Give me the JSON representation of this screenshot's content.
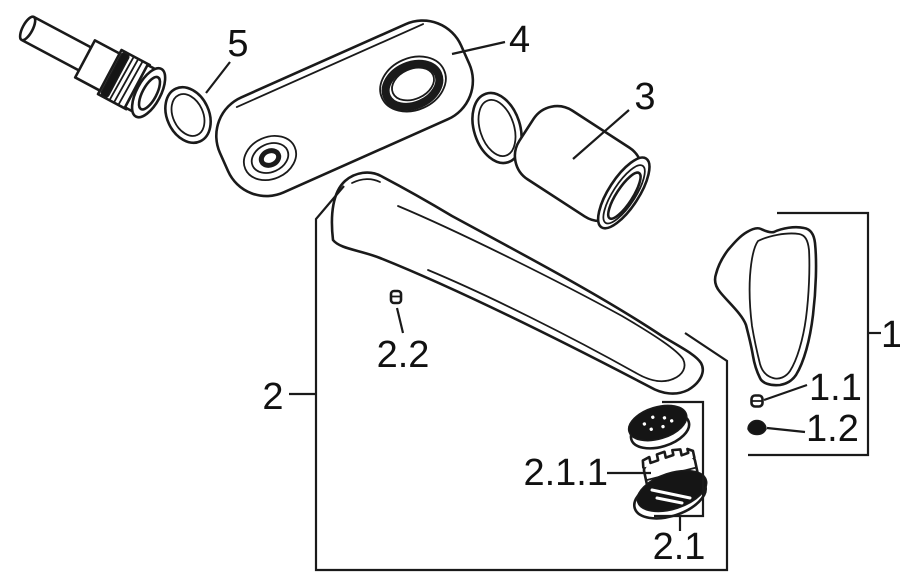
{
  "diagram": {
    "kind": "exploded-parts-line-drawing"
  },
  "labels": {
    "part1": "1",
    "part1_1": "1.1",
    "part1_2": "1.2",
    "part2": "2",
    "part2_1": "2.1",
    "part2_1_1": "2.1.1",
    "part2_2": "2.2",
    "part3": "3",
    "part4": "4",
    "part5": "5"
  },
  "colors": {
    "line": "#1a1a1a",
    "background": "#ffffff",
    "dark_fill": "#151515"
  }
}
